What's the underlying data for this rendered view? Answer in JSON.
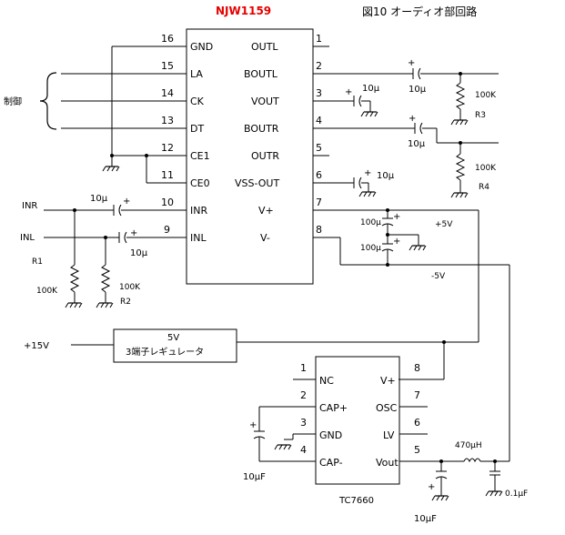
{
  "figure_title": "図10 オーディオ部回路",
  "ic_main": {
    "name": "NJW1159",
    "left_pins": [
      {
        "num": "16",
        "label": "GND"
      },
      {
        "num": "15",
        "label": "LA"
      },
      {
        "num": "14",
        "label": "CK"
      },
      {
        "num": "13",
        "label": "DT"
      },
      {
        "num": "12",
        "label": "CE1"
      },
      {
        "num": "11",
        "label": "CE0"
      },
      {
        "num": "10",
        "label": "INR"
      },
      {
        "num": "9",
        "label": "INL"
      }
    ],
    "right_pins": [
      {
        "num": "1",
        "label": "OUTL"
      },
      {
        "num": "2",
        "label": "BOUTL"
      },
      {
        "num": "3",
        "label": "VOUT"
      },
      {
        "num": "4",
        "label": "BOUTR"
      },
      {
        "num": "5",
        "label": "OUTR"
      },
      {
        "num": "6",
        "label": "VSS-OUT"
      },
      {
        "num": "7",
        "label": "V+"
      },
      {
        "num": "8",
        "label": "V-"
      }
    ]
  },
  "ic_tc": {
    "name": "TC7660",
    "left_pins": [
      {
        "num": "1",
        "label": "NC"
      },
      {
        "num": "2",
        "label": "CAP+"
      },
      {
        "num": "3",
        "label": "GND"
      },
      {
        "num": "4",
        "label": "CAP-"
      }
    ],
    "right_pins": [
      {
        "num": "8",
        "label": "V+"
      },
      {
        "num": "7",
        "label": "OSC"
      },
      {
        "num": "6",
        "label": "LV"
      },
      {
        "num": "5",
        "label": "Vout"
      }
    ]
  },
  "regulator": {
    "line1": "5V",
    "line2": "3端子レギュレータ"
  },
  "labels": {
    "control": "制御",
    "inr": "INR",
    "inl": "INL",
    "r1": "R1",
    "r2": "R2",
    "r3": "R3",
    "r4": "R4",
    "r1_val": "100K",
    "r2_val": "100K",
    "r3_val": "100K",
    "r4_val": "100K",
    "plus5": "+5V",
    "minus5": "-5V",
    "plus15": "+15V",
    "c_in_r": "10μ",
    "c_in_l": "10μ",
    "c_boutl": "10μ",
    "c_vout": "10μ",
    "c_boutr": "10μ",
    "c_vss": "10μ",
    "c_vplus": "100μ",
    "c_vminus": "100μ",
    "c_cap": "10μF",
    "c_vout_tc": "10μF",
    "c_01": "0.1μF",
    "inductor": "470μH",
    "plus_sign": "+"
  }
}
